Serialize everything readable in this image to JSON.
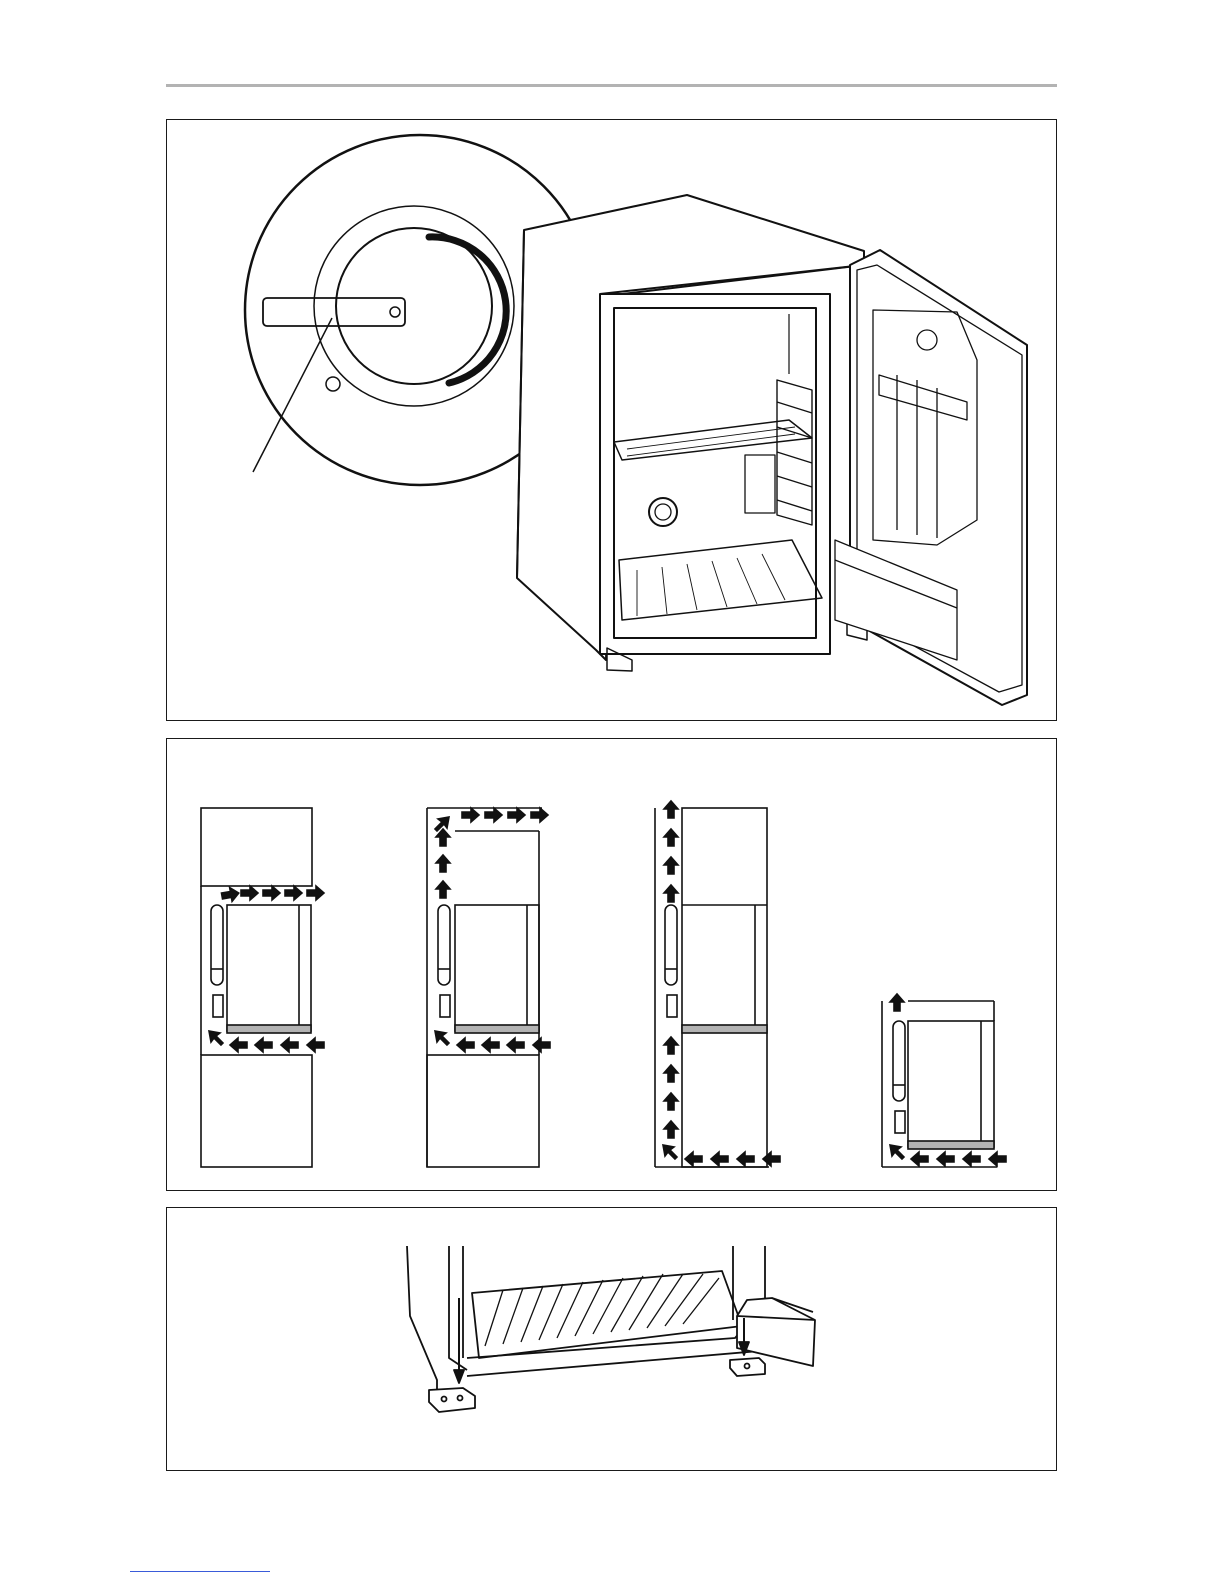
{
  "page": {
    "header_rule_color": "#b3b3b3",
    "footer_link_color": "#3a5bd9"
  },
  "figures": [
    {
      "id": "thermostat-figure",
      "description_icon": "fridge-open-with-thermostat-zoom"
    },
    {
      "id": "ventilation-figure",
      "description_icon": "airflow-installation-variants",
      "variant_count": 4
    },
    {
      "id": "feet-figure",
      "description_icon": "fridge-base-feet-screws"
    }
  ]
}
